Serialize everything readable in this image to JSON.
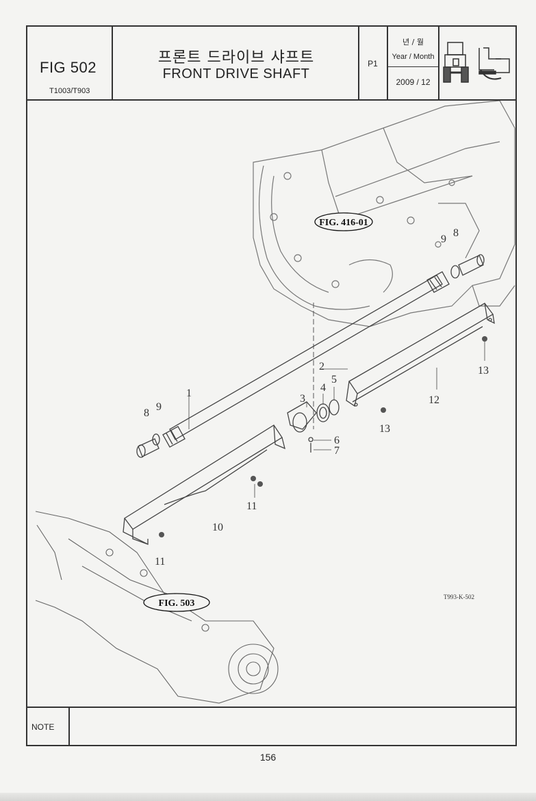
{
  "header": {
    "fig_number": "FIG 502",
    "model": "T1003/T903",
    "title_korean": "프론트 드라이브 샤프트",
    "title_english": "FRONT DRIVE SHAFT",
    "page_code": "P1",
    "year_month_korean": "년 / 월",
    "year_month_english": "Year / Month",
    "year_month_value": "2009 / 12"
  },
  "diagram": {
    "figure_refs": [
      "FIG. 416-01",
      "FIG. 503"
    ],
    "drawing_code": "T993-K-502",
    "callouts": [
      "1",
      "2",
      "3",
      "4",
      "5",
      "6",
      "7",
      "8",
      "9",
      "8",
      "9",
      "10",
      "11",
      "11",
      "12",
      "13",
      "13"
    ]
  },
  "footer": {
    "note_label": "NOTE",
    "page_number": "156"
  }
}
